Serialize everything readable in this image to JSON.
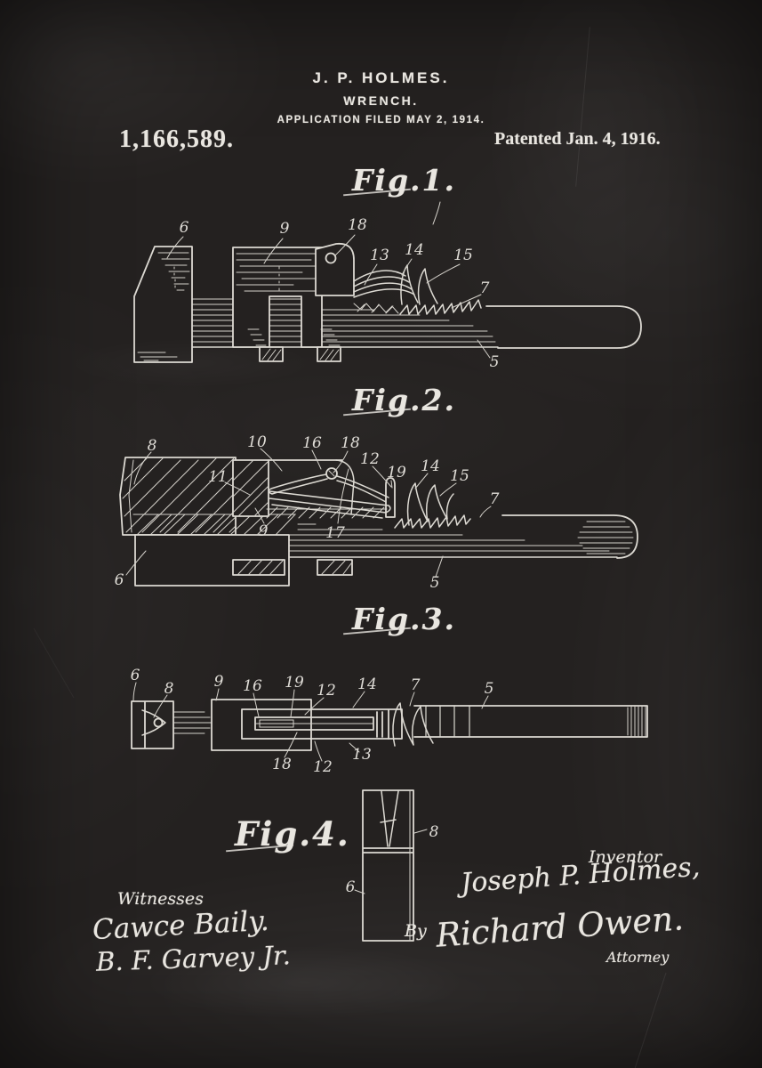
{
  "artwork": {
    "style": "chalkboard patent print",
    "board_color": "#242120",
    "chalk_color": "#e9e6e0"
  },
  "header": {
    "inventor_line": "J. P. HOLMES.",
    "title_line": "WRENCH.",
    "application_line": "APPLICATION FILED MAY 2, 1914.",
    "patent_number": "1,166,589.",
    "patent_date": "Patented Jan. 4, 1916."
  },
  "figures": {
    "fig1": {
      "label": "Fig.1.",
      "callouts": [
        "6",
        "9",
        "18",
        "13",
        "14",
        "15",
        "7",
        "5"
      ]
    },
    "fig2": {
      "label": "Fig.2.",
      "callouts": [
        "8",
        "10",
        "16",
        "18",
        "11",
        "12",
        "19",
        "14",
        "15",
        "7",
        "9",
        "17",
        "6",
        "5"
      ]
    },
    "fig3": {
      "label": "Fig.3.",
      "callouts": [
        "6",
        "8",
        "9",
        "16",
        "19",
        "12",
        "14",
        "7",
        "5",
        "18",
        "12",
        "13"
      ]
    },
    "fig4": {
      "label": "Fig.4.",
      "callouts": [
        "8",
        "6"
      ]
    }
  },
  "signatures": {
    "witnesses_label": "Witnesses",
    "witness_1": "Cawce Baily.",
    "witness_2": "B. F. Garvey Jr.",
    "inventor_label": "Inventor",
    "inventor_name": "Joseph P. Holmes,",
    "by_label": "By",
    "attorney_name": "Richard Owen.",
    "attorney_label": "Attorney"
  }
}
